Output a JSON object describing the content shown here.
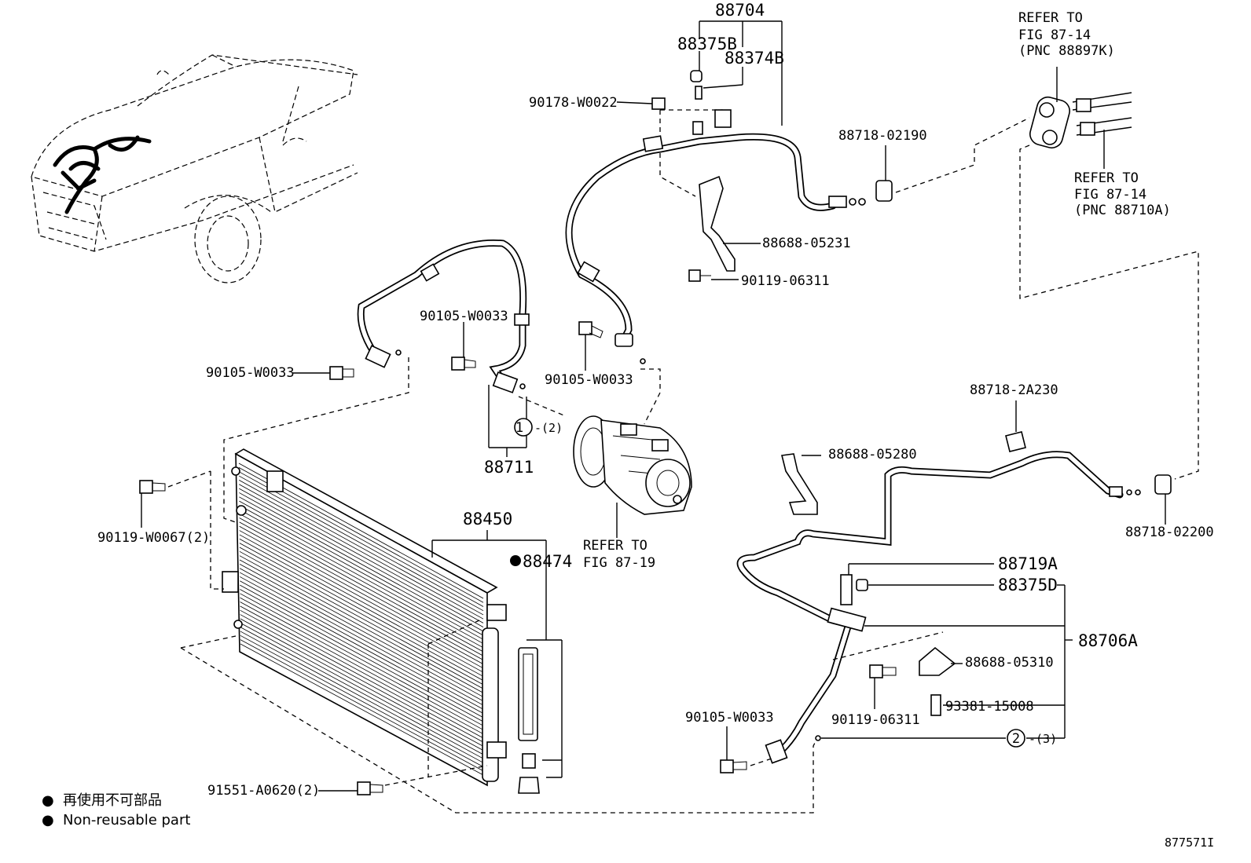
{
  "labels": {
    "p88704": "88704",
    "p88375B": "88375B",
    "p88374B": "88374B",
    "p90178": "90178-W0022",
    "p88718_02190": "88718-02190",
    "p88688_05231": "88688-05231",
    "p90119_06311_top": "90119-06311",
    "refer_top_line1": "REFER TO",
    "refer_top_line2": "FIG 87-14",
    "refer_top_line3": "(PNC 88897K)",
    "refer_right_line1": "REFER TO",
    "refer_right_line2": "FIG 87-14",
    "refer_right_line3": "(PNC 88710A)",
    "p90105_left": "90105-W0033",
    "p90105_mid": "90105-W0033",
    "p90105_comp": "90105-W0033",
    "p90105_bottom": "90105-W0033",
    "circle1": "1",
    "circle1_qty": "-(2)",
    "p88711": "88711",
    "refer_comp_line1": "REFER TO",
    "refer_comp_line2": "FIG 87-19",
    "p88450": "88450",
    "p88474": "88474",
    "p90119_W0067": "90119-W0067(2)",
    "p91551": "91551-A0620(2)",
    "p88718_2A230": "88718-2A230",
    "p88688_05280": "88688-05280",
    "p88718_02200": "88718-02200",
    "p88719A": "88719A",
    "p88375D": "88375D",
    "p88706A": "88706A",
    "p88688_05310": "88688-05310",
    "p90119_06311_bottom": "90119-06311",
    "p93381": "93381-15008",
    "circle2": "2",
    "circle2_qty": "-(3)"
  },
  "legend": {
    "bullet": "●",
    "jp": "再使用不可部品",
    "en": "Non-reusable part"
  },
  "figure_number": "877571I"
}
